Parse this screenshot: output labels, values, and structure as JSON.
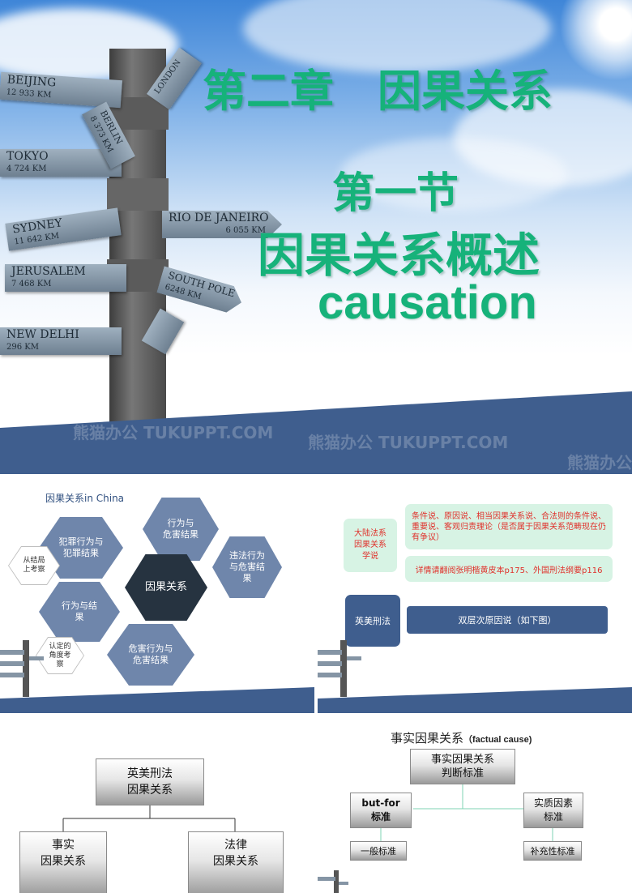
{
  "slide1": {
    "chapter_title": "第二章　因果关系",
    "section_label": "第一节",
    "section_title": "因果关系概述",
    "english_title": "causation",
    "signs": [
      {
        "city": "Beijing",
        "dist": "12 933 KM"
      },
      {
        "city": "Tokyo",
        "dist": "4 724 KM"
      },
      {
        "city": "Sydney",
        "dist": "11 642 KM"
      },
      {
        "city": "Jerusalem",
        "dist": "7 468 KM"
      },
      {
        "city": "New Delhi",
        "dist": "296 KM"
      },
      {
        "city": "Rio de Janeiro",
        "dist": "6 055 KM"
      },
      {
        "city": "South Pole",
        "dist": "6248 KM"
      },
      {
        "city": "Berlin",
        "dist": "8 373 KM"
      },
      {
        "city": "London",
        "dist": ""
      }
    ],
    "watermark": "熊猫办公 TUKUPPT.COM"
  },
  "slide2": {
    "title": "因果关系in China",
    "center": "因果关系",
    "hex_items": [
      "行为与\n危害结果",
      "犯罪行为与\n犯罪结果",
      "违法行为\n与危害结\n果",
      "行为与结\n果",
      "危害行为与\n危害结果"
    ],
    "outline_items": [
      "从结局\n上考察",
      "认定的\n角度考\n察"
    ]
  },
  "slide3": {
    "continental_label": "大陆法系\n因果关系\n学说",
    "continental_text": "条件说、原因说、相当因果关系说、合法则的条件说、重要说、客观归责理论（是否属于因果关系范畴现在仍有争议）",
    "reference_text": "详情请翻阅张明楷黄皮本p175、外国刑法纲要p116",
    "anglo_label": "英美刑法",
    "anglo_text": "双层次原因说（如下图）"
  },
  "slide5": {
    "root": "英美刑法\n因果关系",
    "left": "事实\n因果关系",
    "right": "法律\n因果关系"
  },
  "slide6": {
    "title": "事实因果关系",
    "title_en": "（factual cause)",
    "root": "事实因果关系\n判断标准",
    "left": "but-for\n标准",
    "right": "实质因素\n标准",
    "left_sub": "一般标准",
    "right_sub": "补充性标准"
  },
  "colors": {
    "green": "#16b27a",
    "band": "#3f5e8e",
    "hex_blue": "#6f86ab",
    "hex_dark": "#263340",
    "mint": "#d7f3e4",
    "red_text": "#e0302a"
  }
}
